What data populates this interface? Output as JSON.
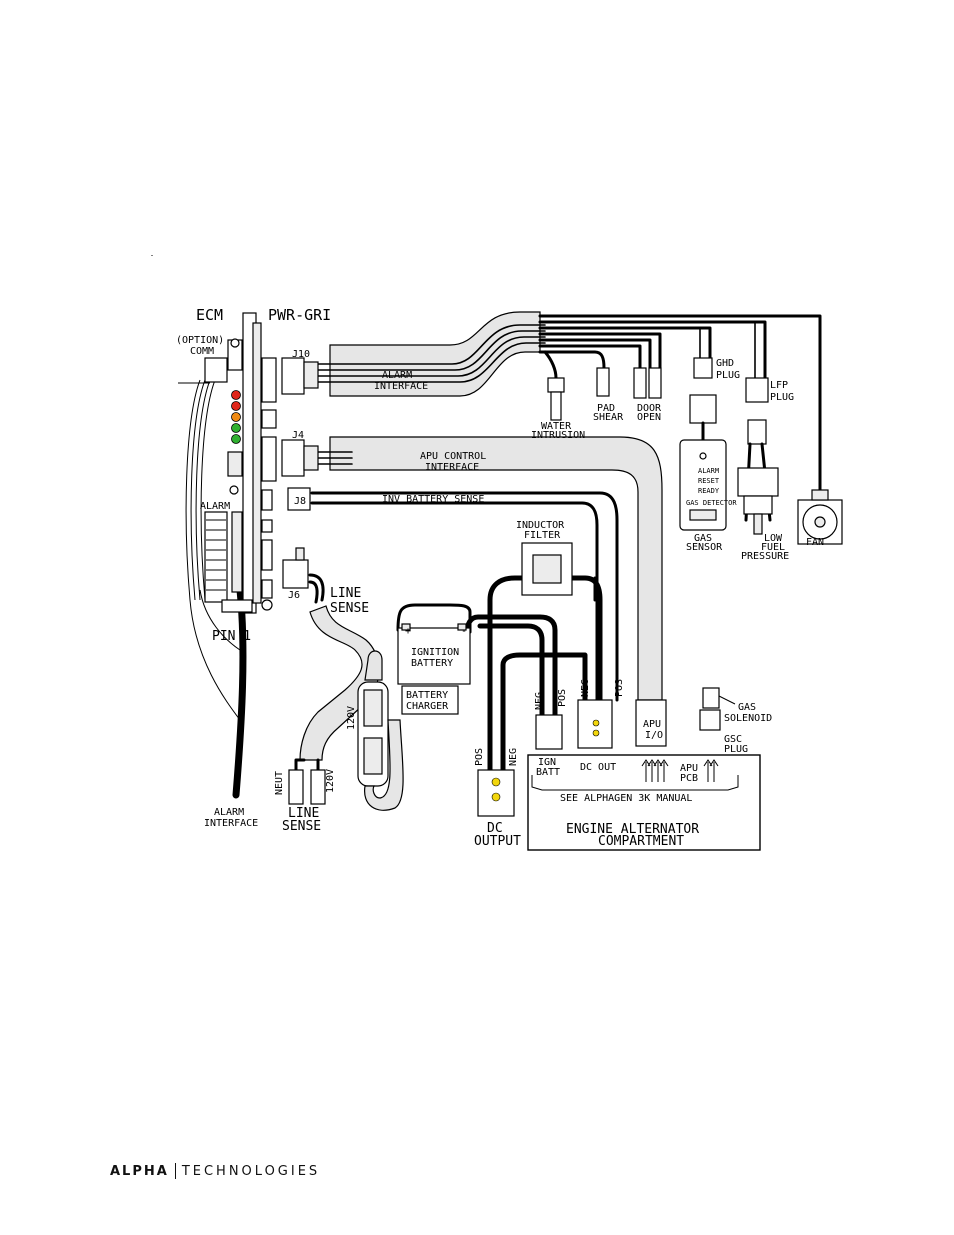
{
  "board": {
    "ecm": "ECM",
    "pwr_gri": "PWR-GRI",
    "option": "(OPTION)",
    "comm": "COMM",
    "alarm": "ALARM",
    "pin1": "PIN 1"
  },
  "connectors": {
    "j10": "J10",
    "j4": "J4",
    "j8": "J8",
    "j6": "J6"
  },
  "harness": {
    "alarm_interface_1": "ALARM",
    "alarm_interface_2": "INTERFACE",
    "apu_control_1": "APU CONTROL",
    "apu_control_2": "INTERFACE",
    "inv_battery_sense": "INV BATTERY SENSE"
  },
  "sensors": {
    "water_1": "WATER",
    "water_2": "INTRUSION",
    "pad_1": "PAD",
    "pad_2": "SHEAR",
    "door_1": "DOOR",
    "door_2": "OPEN",
    "ghd_1": "GHD",
    "ghd_2": "PLUG",
    "lfp_1": "LFP",
    "lfp_2": "PLUG",
    "gas_sensor_1": "GAS",
    "gas_sensor_2": "SENSOR",
    "low_fuel_1": "LOW",
    "low_fuel_2": "FUEL",
    "low_fuel_3": "PRESSURE",
    "fan": "FAN",
    "gs_alarm": "ALARM",
    "gs_reset": "RESET",
    "gs_ready": "READY",
    "gs_title": "GAS DETECTOR"
  },
  "power": {
    "inductor_1": "INDUCTOR",
    "inductor_2": "FILTER",
    "line_sense_1": "LINE",
    "line_sense_2": "SENSE",
    "ignition_1": "IGNITION",
    "ignition_2": "BATTERY",
    "charger_1": "BATTERY",
    "charger_2": "CHARGER",
    "v120": "120V",
    "neut": "NEUT",
    "neg": "NEG",
    "pos": "POS",
    "plus": "+",
    "minus": "-",
    "dc_output_1": "DC",
    "dc_output_2": "OUTPUT",
    "apu_io_1": "APU",
    "apu_io_2": "I/O",
    "gas_solenoid_1": "GAS",
    "gas_solenoid_2": "SOLENOID",
    "gsc_1": "GSC",
    "gsc_2": "PLUG",
    "bottom_alarm_1": "ALARM",
    "bottom_alarm_2": "INTERFACE",
    "bottom_line_1": "LINE",
    "bottom_line_2": "SENSE"
  },
  "compartment": {
    "ign_batt_1": "IGN",
    "ign_batt_2": "BATT",
    "dc_out": "DC OUT",
    "apu_pcb_1": "APU",
    "apu_pcb_2": "PCB",
    "see_manual": "SEE ALPHAGEN 3K MANUAL",
    "engine_1": "ENGINE ALTERNATOR",
    "engine_2": "COMPARTMENT"
  },
  "footer": {
    "brand": "ALPHA",
    "rest": "TECHNOLOGIES"
  },
  "colors": {
    "led_red": "#e0261b",
    "led_orange": "#f08a12",
    "led_green": "#2fb030"
  }
}
